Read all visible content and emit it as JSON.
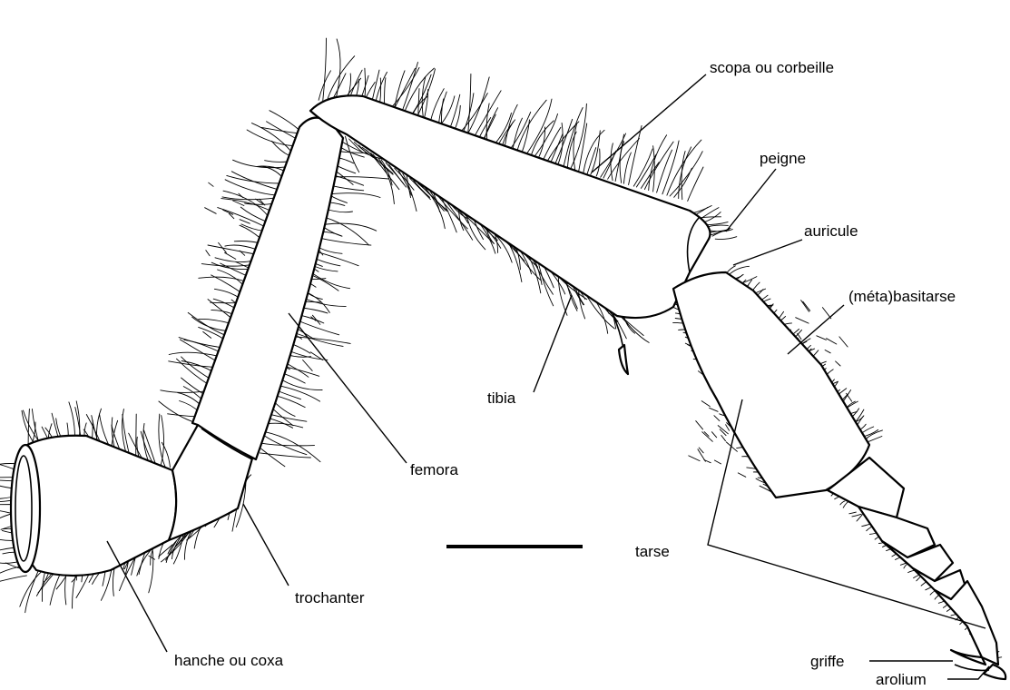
{
  "labels": {
    "scopa": "scopa ou corbeille",
    "peigne": "peigne",
    "auricule": "auricule",
    "basitarse": "(méta)basitarse",
    "tibia": "tibia",
    "femora": "femora",
    "tarse": "tarse",
    "trochanter": "trochanter",
    "hanche": "hanche ou coxa",
    "griffe": "griffe",
    "arolium": "arolium"
  }
}
